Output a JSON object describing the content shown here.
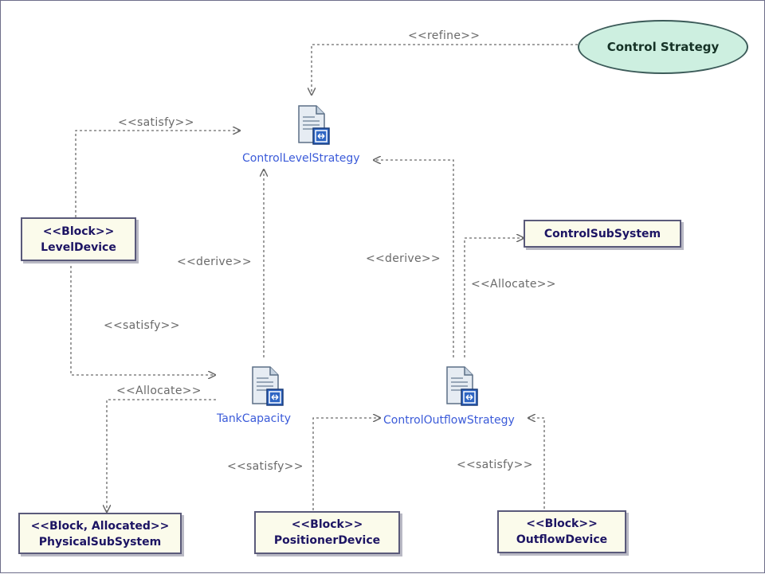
{
  "use_case": {
    "label": "Control Strategy"
  },
  "requirements": {
    "control_level": "ControlLevelStrategy",
    "tank_capacity": "TankCapacity",
    "control_outflow": "ControlOutflowStrategy"
  },
  "blocks": {
    "level_device": {
      "stereotype": "<<Block>>",
      "name": "LevelDevice"
    },
    "control_subsystem": {
      "name": "ControlSubSystem"
    },
    "physical_subsystem": {
      "stereotype": "<<Block, Allocated>>",
      "name": "PhysicalSubSystem"
    },
    "positioner_device": {
      "stereotype": "<<Block>>",
      "name": "PositionerDevice"
    },
    "outflow_device": {
      "stereotype": "<<Block>>",
      "name": "OutflowDevice"
    }
  },
  "relations": {
    "refine": "<<refine>>",
    "satisfy_level_top": "<<satisfy>>",
    "satisfy_level_bottom": "<<satisfy>>",
    "derive_tank": "<<derive>>",
    "derive_outflow": "<<derive>>",
    "allocate_control": "<<Allocate>>",
    "allocate_physical": "<<Allocate>>",
    "satisfy_positioner": "<<satisfy>>",
    "satisfy_outflow": "<<satisfy>>"
  },
  "colors": {
    "requirement_text": "#3b5bd9",
    "block_fill": "#fbfbeb",
    "block_text": "#1c1463",
    "use_case_fill": "#cdefe0",
    "relation_line": "#6a6a6a"
  },
  "icons": {
    "requirement": "requirement-document-icon"
  }
}
